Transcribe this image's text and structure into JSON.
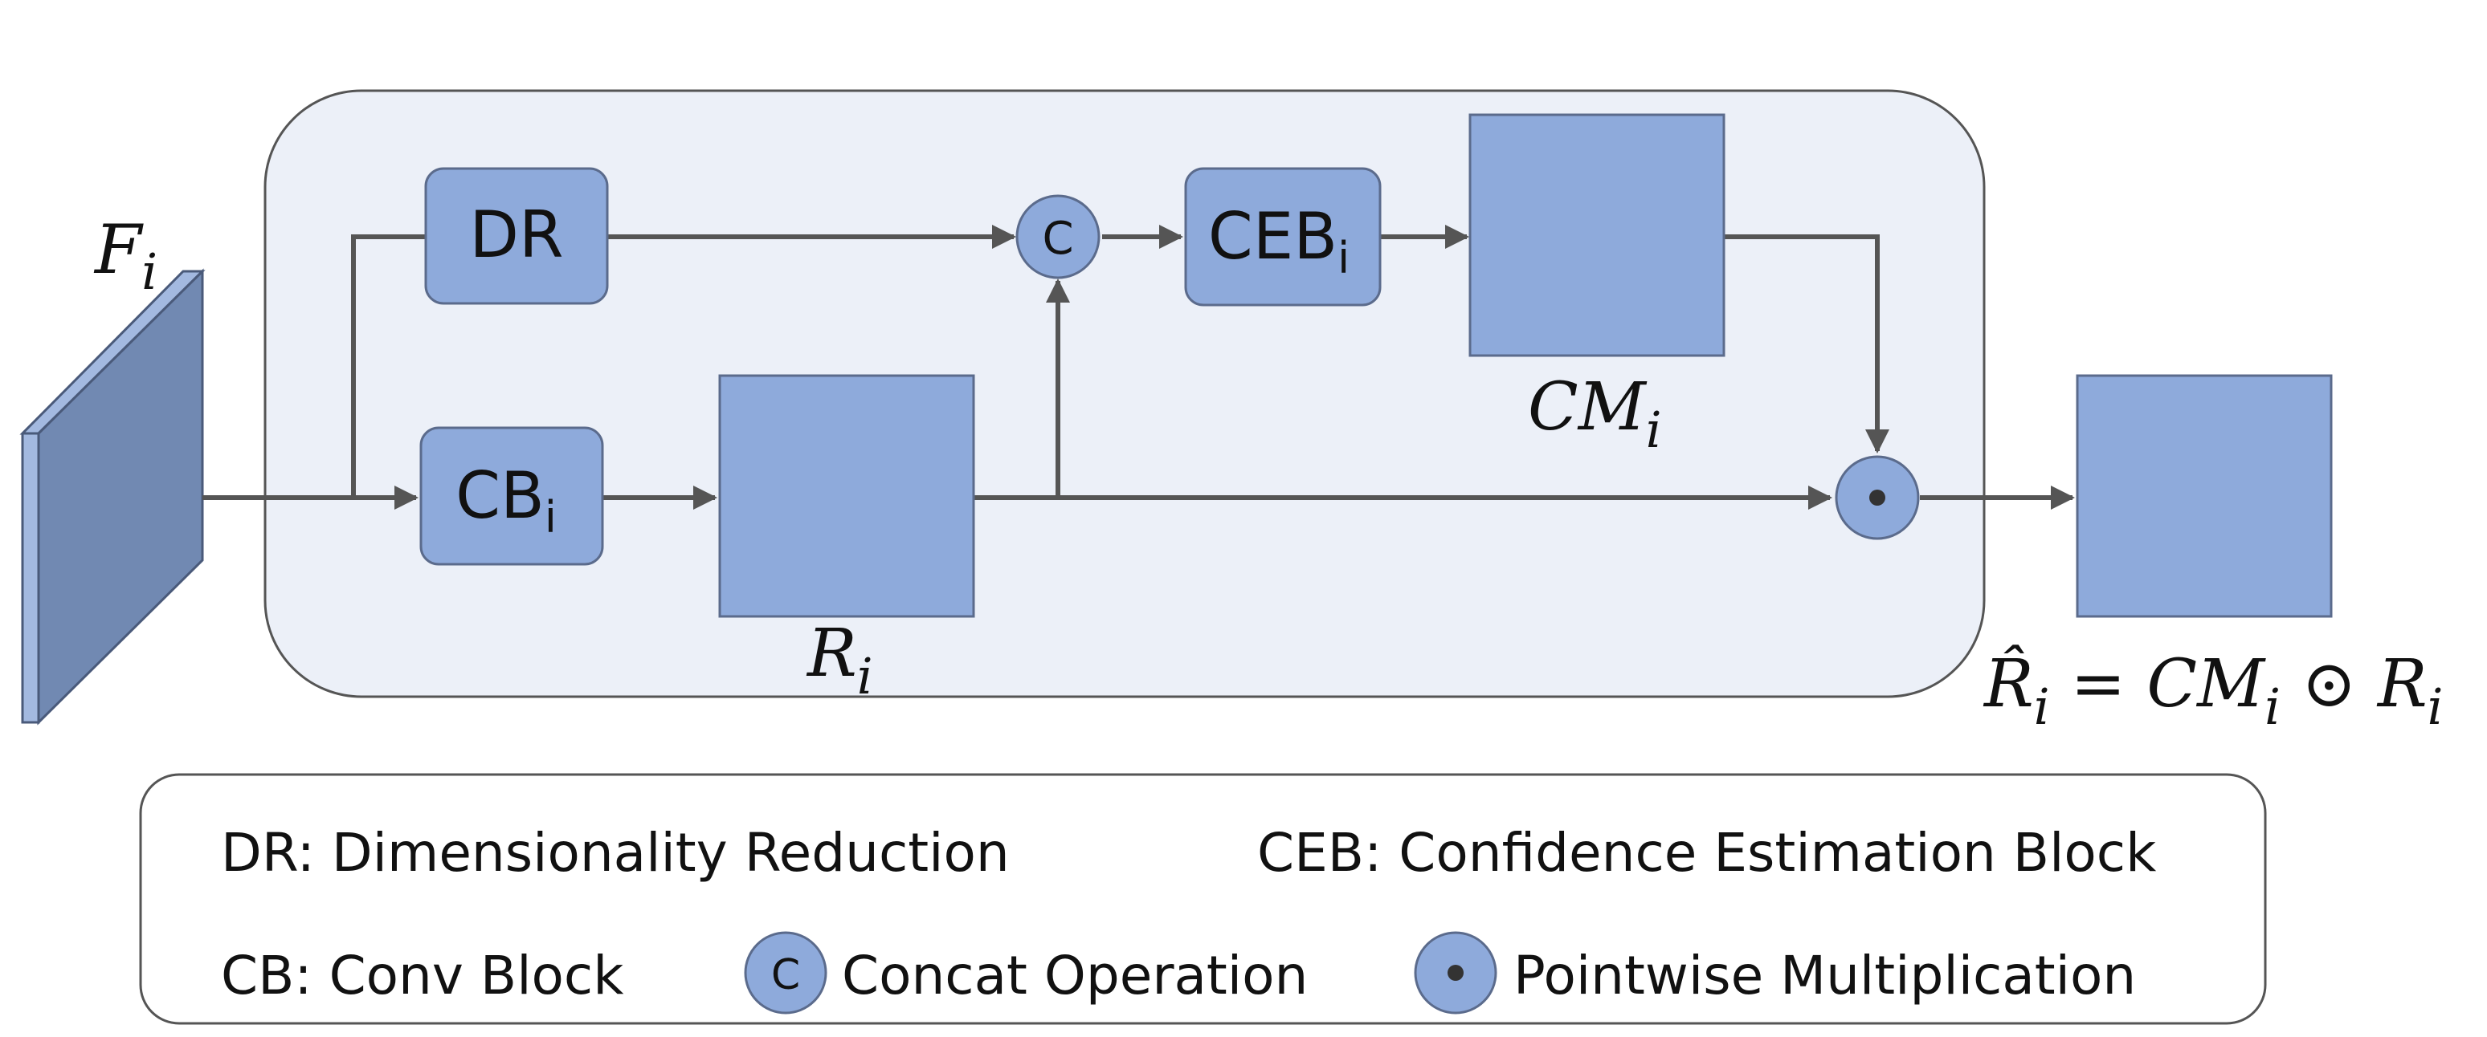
{
  "blocks": {
    "dr": "DR",
    "cb": "CB",
    "cb_sub": "i",
    "ceb": "CEB",
    "ceb_sub": "i",
    "concat": "C"
  },
  "labels": {
    "input": "F",
    "input_sub": "i",
    "r": "R",
    "r_sub": "i",
    "cm": "CM",
    "cm_sub": "i",
    "output": "R̂",
    "output_sub": "i",
    "output_eq": " = CM",
    "output_eq_sub": "i",
    "output_dot": " ⊙ R",
    "output_dot_sub": "i"
  },
  "legend": {
    "dr": "DR: Dimensionality Reduction",
    "ceb": "CEB: Confidence Estimation Block",
    "cb": "CB: Conv Block",
    "concat_symbol": "C",
    "concat": "Concat Operation",
    "pointwise": "Pointwise Multiplication"
  },
  "colors": {
    "block_fill": "#8eaadb",
    "container_fill": "#ecf0f8",
    "input_slab": "#7189b2",
    "line": "#555555"
  }
}
